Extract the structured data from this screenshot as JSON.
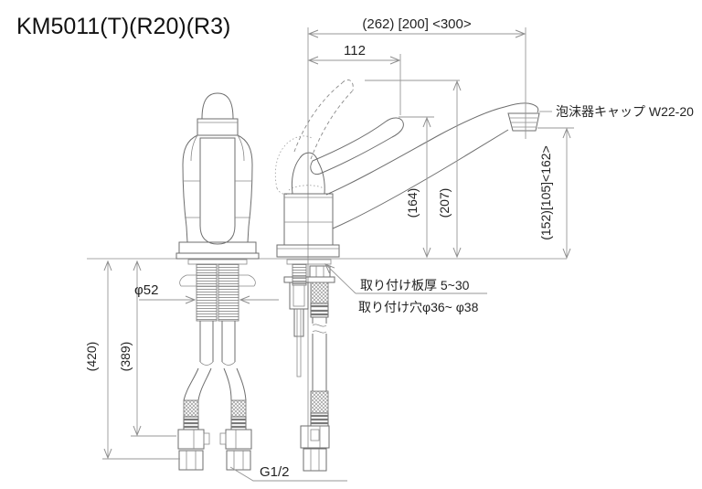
{
  "title": "KM5011(T)(R20)(R3)",
  "dimensions": {
    "top_width": "(262) [200] <300>",
    "spout_reach": "112",
    "spout_height": "(164)",
    "handle_top_height": "(207)",
    "outlet_height": "(152)[105]<162>",
    "base_diameter": "φ52",
    "hose_length_long": "(420)",
    "hose_length_short": "(389)"
  },
  "labels": {
    "aerator_cap": "泡沫器キャップ W22-20",
    "mounting_thickness": "取り付け板厚 5~30",
    "mounting_hole": "取り付け穴φ36~ φ38",
    "connection_thread": "G1/2"
  }
}
